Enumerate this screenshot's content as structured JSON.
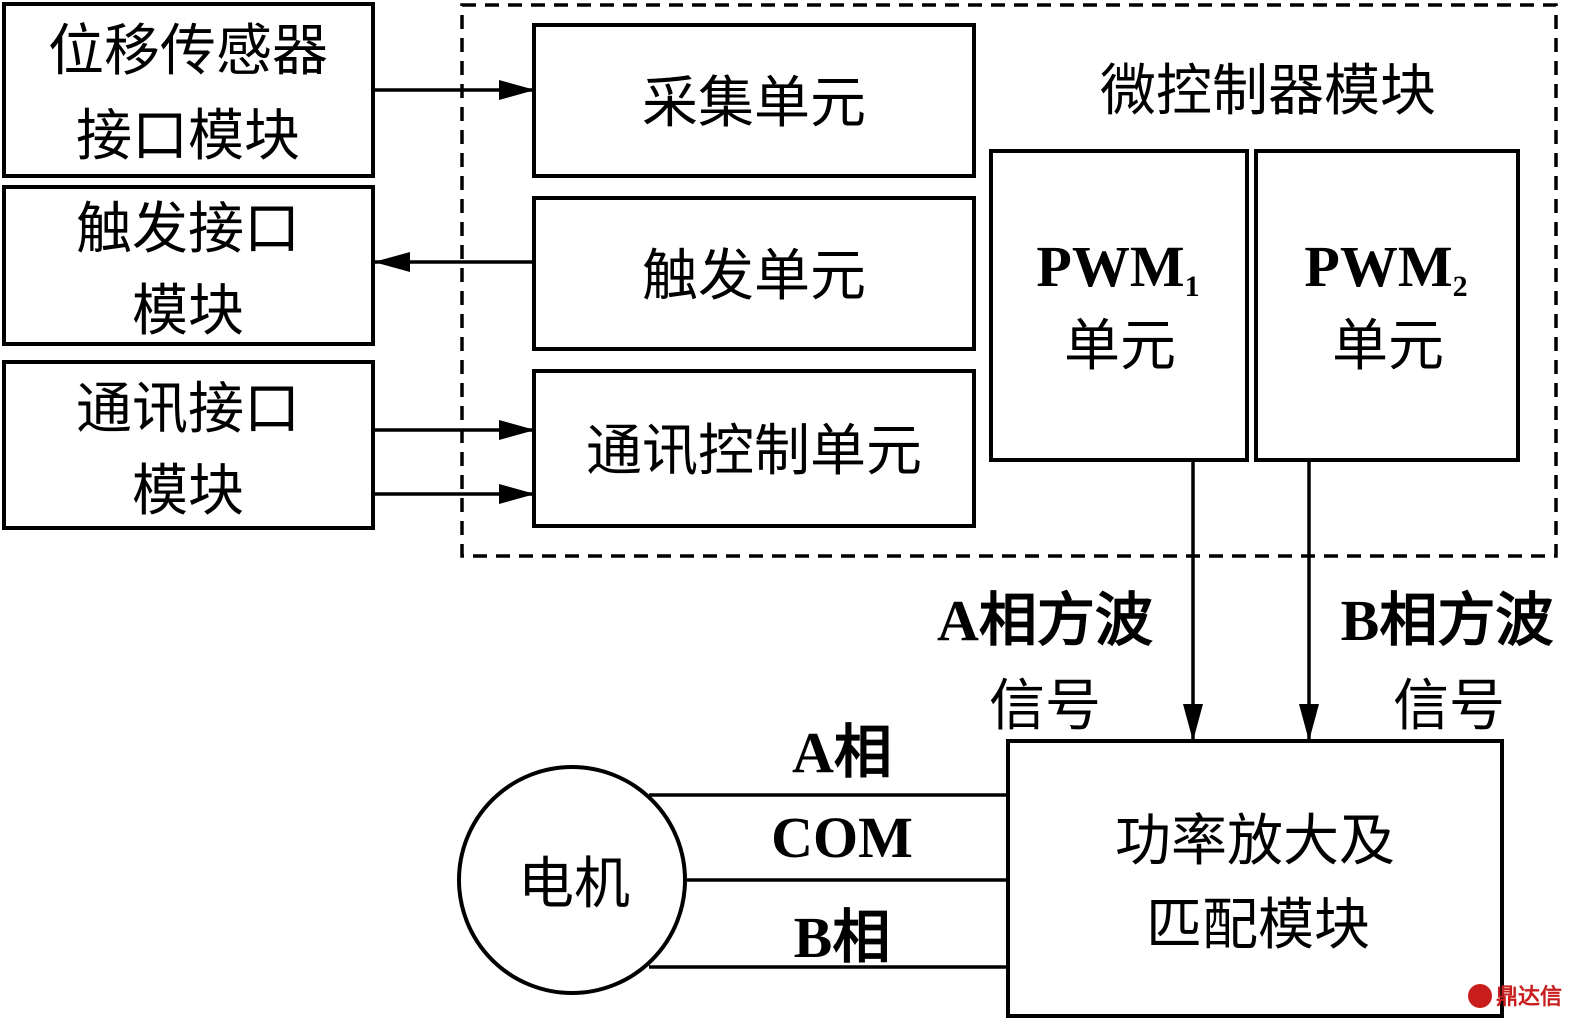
{
  "diagram": {
    "left_modules": {
      "sensor": {
        "line1": "位移传感器",
        "line2": "接口模块"
      },
      "trigger": {
        "line1": "触发接口",
        "line2": "模块"
      },
      "comm": {
        "line1": "通讯接口",
        "line2": "模块"
      }
    },
    "mcu": {
      "title": "微控制器模块",
      "acquisition_unit": "采集单元",
      "trigger_unit": "触发单元",
      "comm_unit": "通讯控制单元",
      "pwm1": {
        "name": "PWM",
        "sub": "1",
        "unit": "单元"
      },
      "pwm2": {
        "name": "PWM",
        "sub": "2",
        "unit": "单元"
      }
    },
    "signals": {
      "a_line1": "A相方波",
      "a_line2": "信号",
      "b_line1": "B相方波",
      "b_line2": "信号"
    },
    "amplifier": {
      "line1": "功率放大及",
      "line2": "匹配模块"
    },
    "motor": {
      "label": "电机"
    },
    "wires": {
      "phase_a": "A相",
      "com": "COM",
      "phase_b": "B相"
    },
    "watermark": "鼎达信"
  }
}
